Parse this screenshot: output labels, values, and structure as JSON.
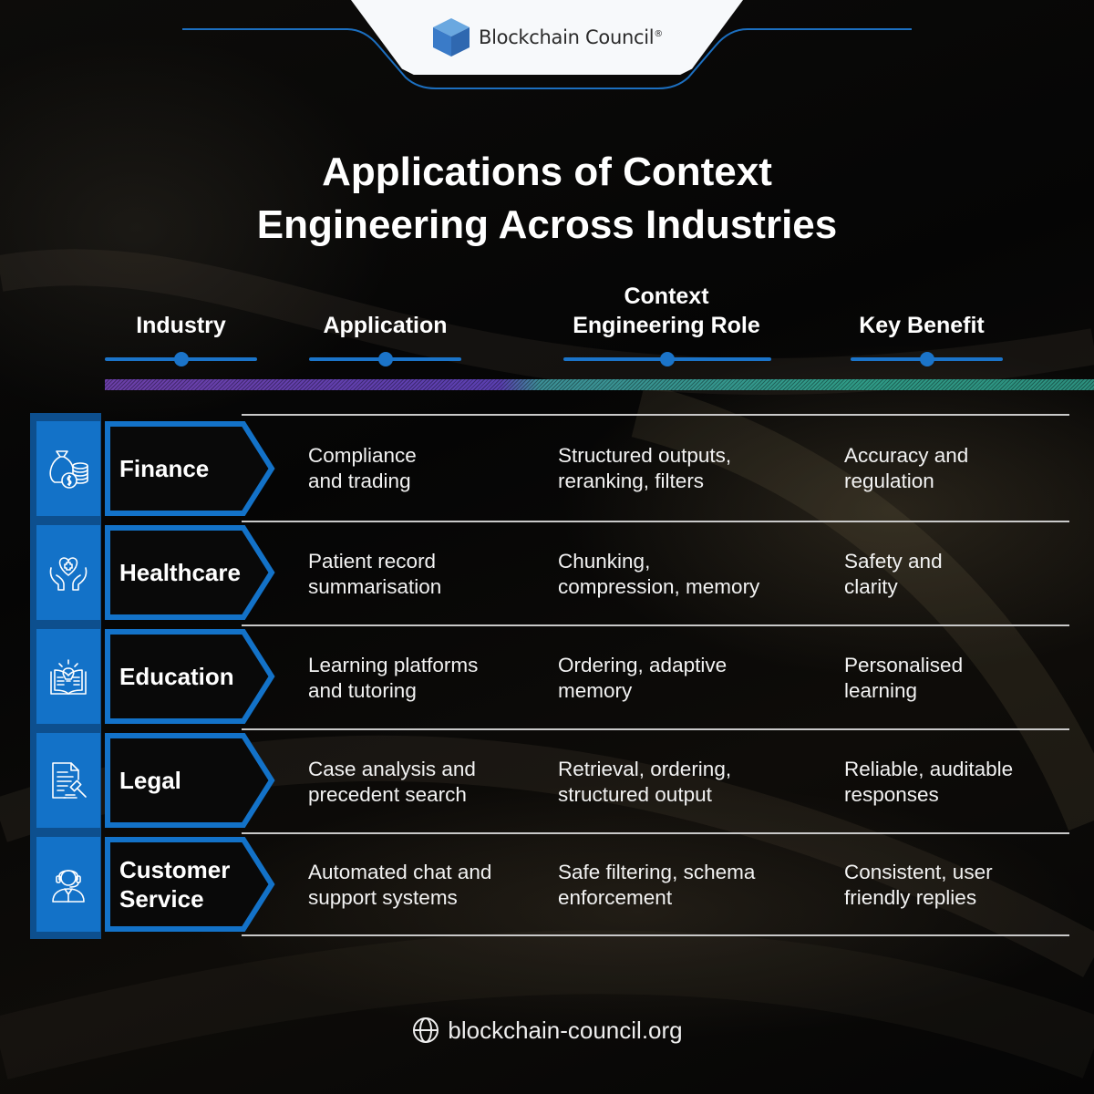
{
  "brand": {
    "name": "Blockchain Council",
    "registered_mark": "®",
    "accent_blue": "#1372c8",
    "logo_cube_colors": [
      "#3a7bc8",
      "#6aa8e0",
      "#2f68b0"
    ]
  },
  "title": {
    "line1": "Applications of Context",
    "line2": "Engineering Across Industries"
  },
  "columns": [
    {
      "label_line1": "Industry",
      "label_line2": ""
    },
    {
      "label_line1": "Application",
      "label_line2": ""
    },
    {
      "label_line1": "Context",
      "label_line2": "Engineering Role"
    },
    {
      "label_line1": "Key Benefit",
      "label_line2": ""
    }
  ],
  "rows": [
    {
      "icon": "money-bag-coins-icon",
      "industry": "Finance",
      "application_l1": "Compliance",
      "application_l2": "and trading",
      "role_l1": "Structured outputs,",
      "role_l2": "reranking, filters",
      "benefit_l1": "Accuracy and",
      "benefit_l2": "regulation"
    },
    {
      "icon": "heart-in-hands-icon",
      "industry": "Healthcare",
      "application_l1": "Patient record",
      "application_l2": "summarisation",
      "role_l1": "Chunking,",
      "role_l2": "compression, memory",
      "benefit_l1": "Safety and",
      "benefit_l2": "clarity"
    },
    {
      "icon": "book-lightbulb-icon",
      "industry": "Education",
      "application_l1": "Learning platforms",
      "application_l2": "and tutoring",
      "role_l1": "Ordering, adaptive",
      "role_l2": "memory",
      "benefit_l1": "Personalised",
      "benefit_l2": "learning"
    },
    {
      "icon": "document-gavel-icon",
      "industry": "Legal",
      "application_l1": "Case analysis and",
      "application_l2": "precedent search",
      "role_l1": "Retrieval, ordering,",
      "role_l2": "structured output",
      "benefit_l1": "Reliable, auditable",
      "benefit_l2": "responses"
    },
    {
      "icon": "support-agent-headset-icon",
      "industry_l1": "Customer",
      "industry_l2": "Service",
      "application_l1": "Automated chat and",
      "application_l2": "support systems",
      "role_l1": "Safe filtering, schema",
      "role_l2": "enforcement",
      "benefit_l1": "Consistent, user",
      "benefit_l2": "friendly replies"
    }
  ],
  "footer": {
    "icon": "globe-icon",
    "url_text": "blockchain-council.org"
  }
}
